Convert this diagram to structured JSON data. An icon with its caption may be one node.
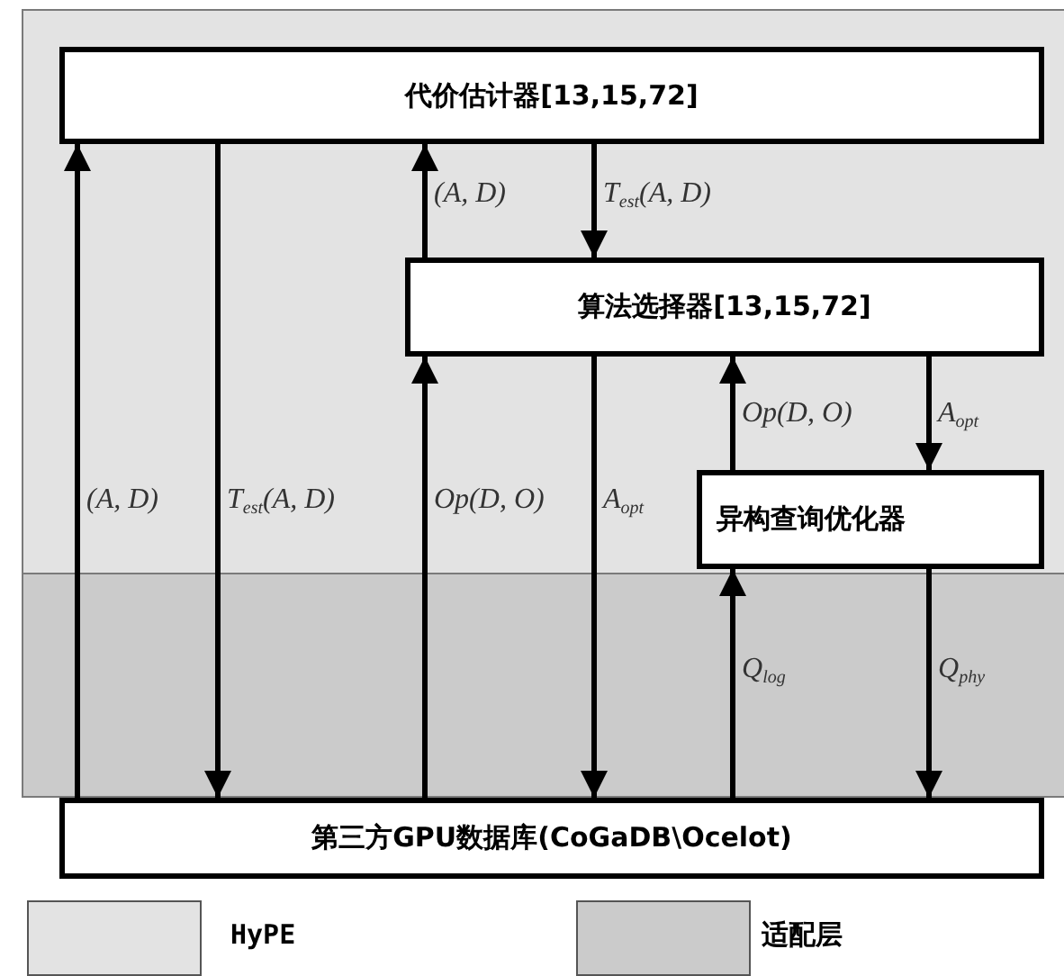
{
  "diagram": {
    "nodes": [
      {
        "text": [
          "代价估计器[13,15,72]"
        ]
      },
      {
        "text": [
          "算法选择器[13,15,72]"
        ]
      },
      {
        "text": [
          "异构查询优化器"
        ]
      },
      {
        "text": [
          "第三方GPU数据库(CoGaDB\\Ocelot)"
        ]
      }
    ],
    "edges": [
      {
        "from": 3,
        "to": 0,
        "arrow": "to",
        "label": "(A, D)"
      },
      {
        "from": 0,
        "to": 3,
        "arrow": "to",
        "label": "T$_{est}$(A, D)"
      },
      {
        "from": 3,
        "to": 1,
        "arrow": "to",
        "label": "Op(D, O)"
      },
      {
        "from": 1,
        "to": 0,
        "arrow": "to",
        "label": "(A, D)"
      },
      {
        "from": 0,
        "to": 1,
        "arrow": "to",
        "label": "T$_{est}$(A, D)"
      },
      {
        "from": 1,
        "to": 3,
        "arrow": "to",
        "label": "A$_{opt}$"
      },
      {
        "from": 2,
        "to": 1,
        "arrow": "to",
        "label": "Op(D, O)"
      },
      {
        "from": 3,
        "to": 2,
        "arrow": "to",
        "label": "Q$_{log}$"
      },
      {
        "from": 1,
        "to": 2,
        "arrow": "to",
        "label": "A$_{opt}$"
      },
      {
        "from": 2,
        "to": 3,
        "arrow": "to",
        "label": "Q$_{phy}$"
      }
    ],
    "legend": [
      {
        "text": "HyPE",
        "color": "#e3e3e3"
      },
      {
        "text": "适配层",
        "color": "#cbcbcb"
      }
    ]
  }
}
